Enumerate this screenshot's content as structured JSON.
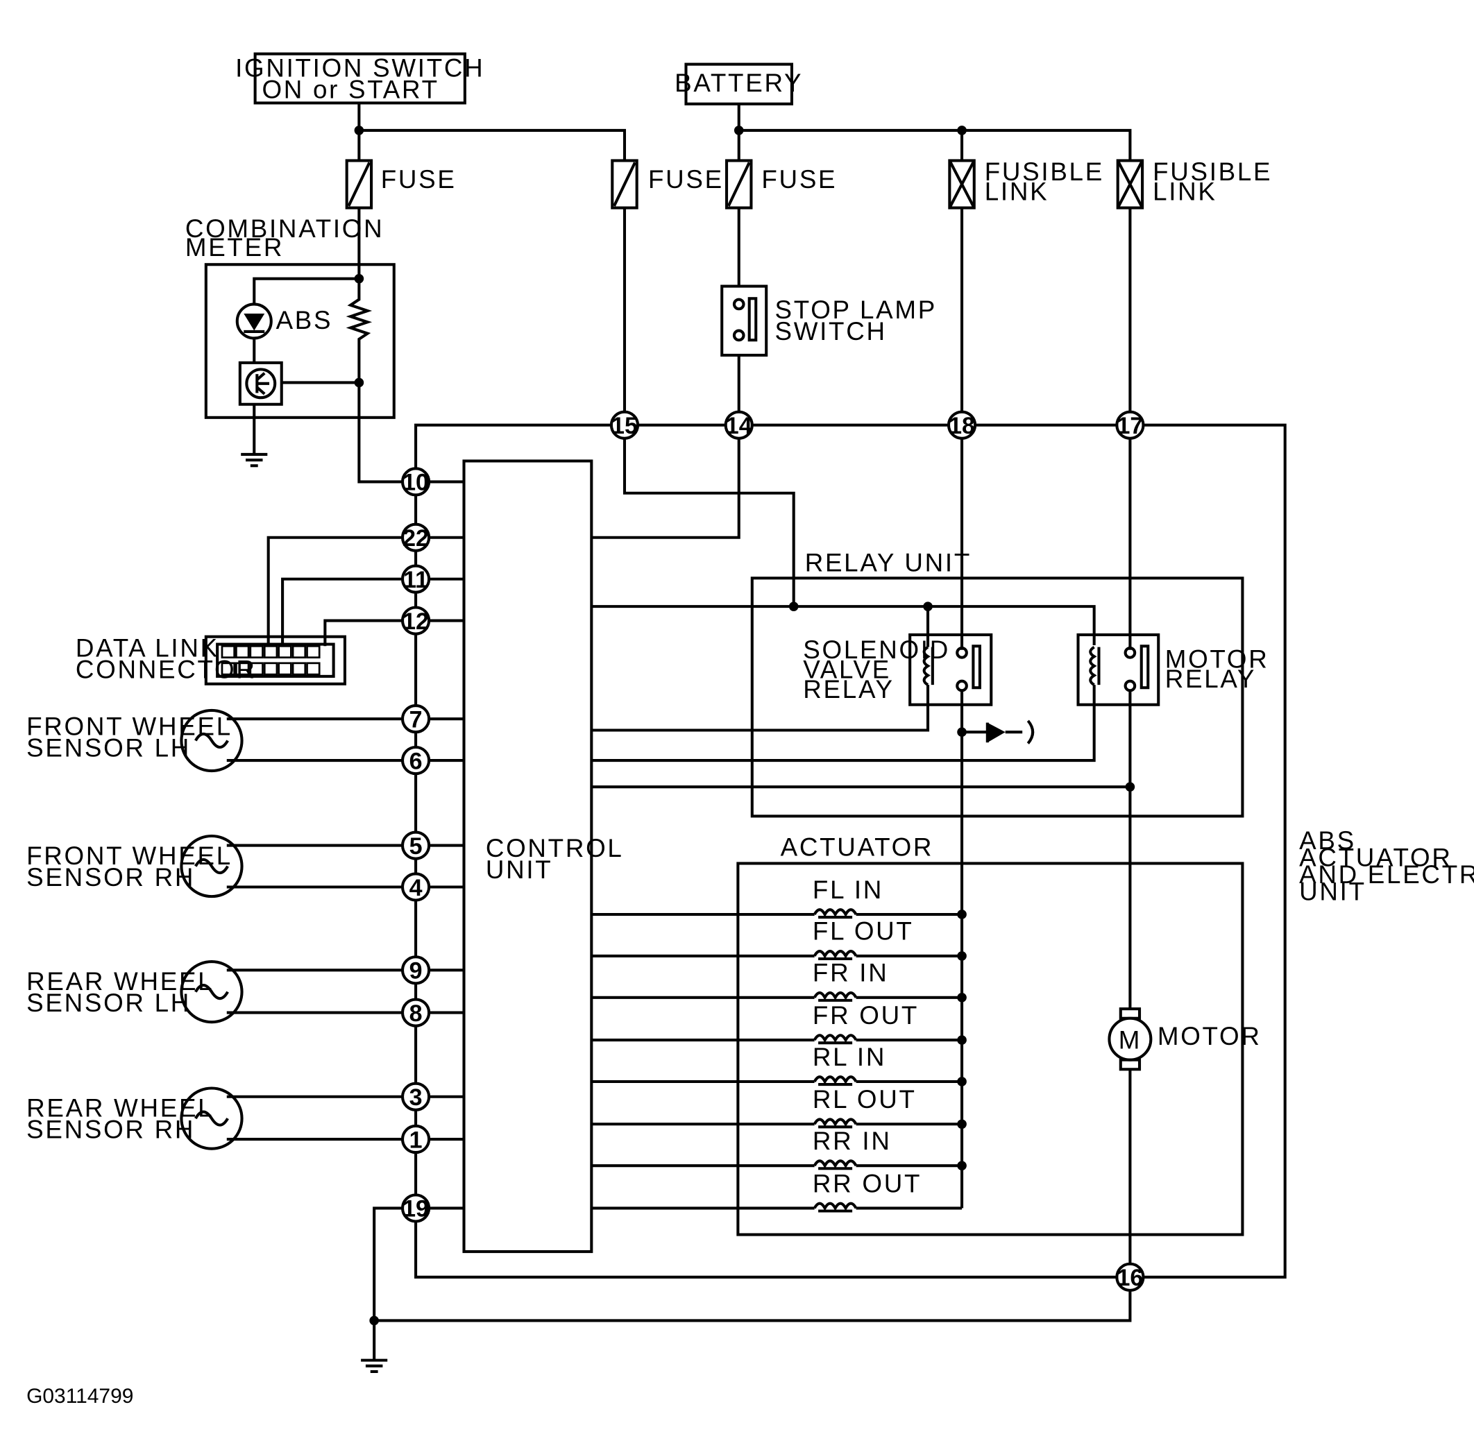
{
  "labels": {
    "ignition": [
      "IGNITION SWITCH",
      "ON or START"
    ],
    "battery": "BATTERY",
    "fuse": "FUSE",
    "fusible_link": [
      "FUSIBLE",
      "LINK"
    ],
    "combination_meter": [
      "COMBINATION",
      "METER"
    ],
    "abs_lamp": "ABS",
    "stop_lamp_switch": [
      "STOP LAMP",
      "SWITCH"
    ],
    "control_unit": [
      "CONTROL",
      "UNIT"
    ],
    "relay_unit": "RELAY UNIT",
    "solenoid_valve_relay": [
      "SOLENOID",
      "VALVE",
      "RELAY"
    ],
    "motor_relay": [
      "MOTOR",
      "RELAY"
    ],
    "actuator": "ACTUATOR",
    "abs_actuator_unit": [
      "ABS",
      "ACTUATOR",
      "AND ELECTRIC",
      "UNIT"
    ],
    "motor": "MOTOR",
    "motor_symbol": "M",
    "data_link_connector": [
      "DATA LINK",
      "CONNECTOR"
    ],
    "front_wheel_sensor_lh": [
      "FRONT WHEEL",
      "SENSOR LH"
    ],
    "front_wheel_sensor_rh": [
      "FRONT WHEEL",
      "SENSOR RH"
    ],
    "rear_wheel_sensor_lh": [
      "REAR WHEEL",
      "SENSOR LH"
    ],
    "rear_wheel_sensor_rh": [
      "REAR WHEEL",
      "SENSOR RH"
    ],
    "figure_id": "G03114799"
  },
  "valves": [
    "FL IN",
    "FL OUT",
    "FR IN",
    "FR OUT",
    "RL IN",
    "RL OUT",
    "RR IN",
    "RR OUT"
  ],
  "pins": {
    "p15": "15",
    "p14": "14",
    "p18": "18",
    "p17": "17",
    "p10": "10",
    "p22": "22",
    "p11": "11",
    "p12": "12",
    "p7": "7",
    "p6": "6",
    "p5": "5",
    "p4": "4",
    "p9": "9",
    "p8": "8",
    "p3": "3",
    "p1": "1",
    "p19": "19",
    "p16": "16"
  }
}
